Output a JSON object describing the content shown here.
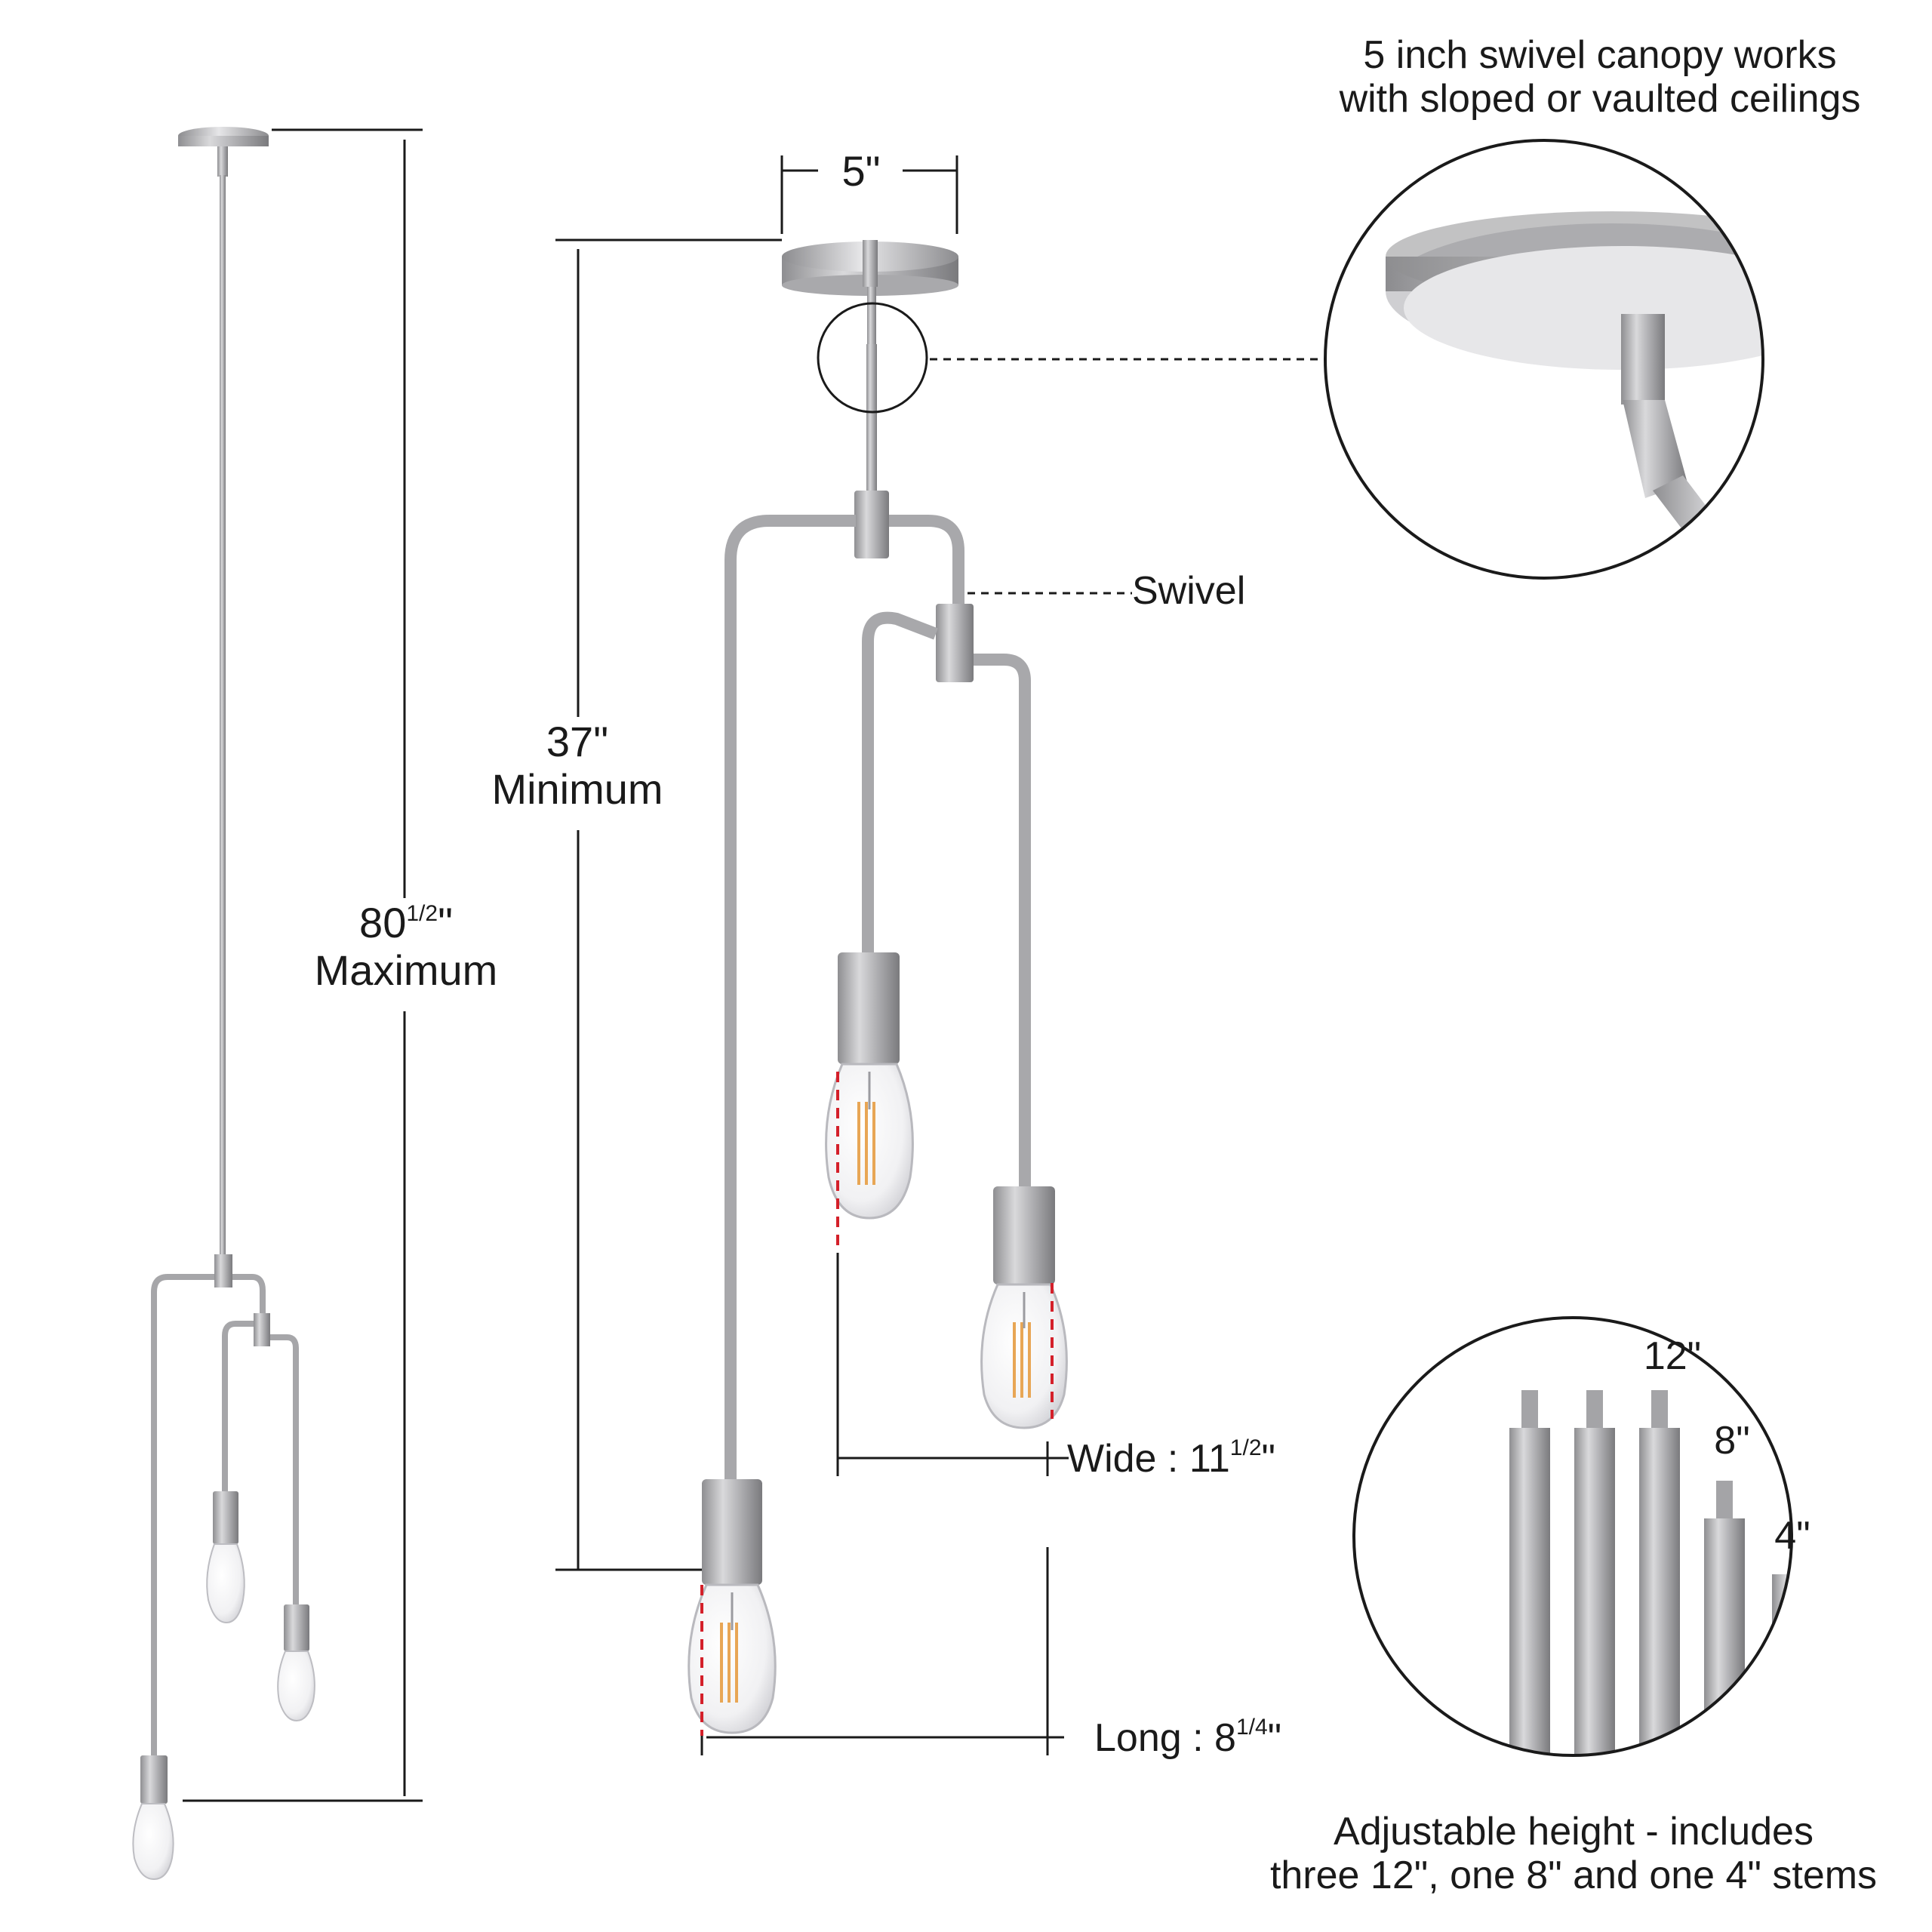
{
  "canopy_note": {
    "line1": "5 inch swivel canopy works",
    "line2": "with sloped or vaulted ceilings"
  },
  "dimensions": {
    "canopy_width": "5\"",
    "min_height_value": "37\"",
    "min_height_label": "Minimum",
    "max_height_whole": "80",
    "max_height_frac": "1/2",
    "max_height_unit": "\"",
    "max_height_label": "Maximum",
    "wide_prefix": "Wide : 11",
    "wide_frac": "1/2",
    "wide_unit": "\"",
    "long_prefix": "Long : 8",
    "long_frac": "1/4",
    "long_unit": "\""
  },
  "callouts": {
    "swivel": "Swivel"
  },
  "stems": {
    "label_12": "12\"",
    "label_8": "8\"",
    "label_4": "4\"",
    "note_line1": "Adjustable height - includes",
    "note_line2": "three 12\", one 8\" and one 4\" stems"
  },
  "colors": {
    "metal": "#b7b7b9",
    "metal_dark": "#7d7d80",
    "dimension_line": "#1a1a1a",
    "guide_red": "#d4202a",
    "filament": "#e8a655"
  }
}
